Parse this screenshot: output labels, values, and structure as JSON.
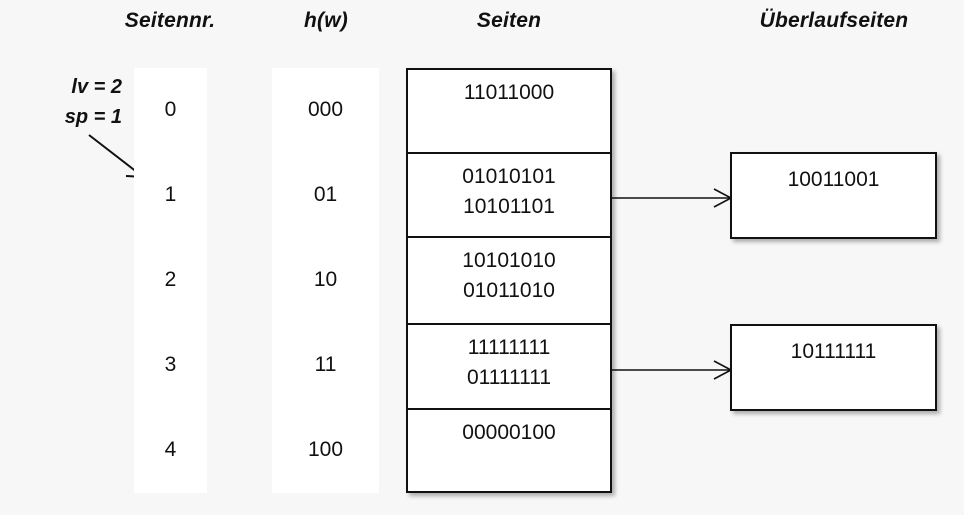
{
  "headers": {
    "page_no": "Seitennr.",
    "hash": "h(w)",
    "pages": "Seiten",
    "overflow_pages": "Überlaufseiten"
  },
  "annotation": {
    "lv": "lv = 2",
    "sp": "sp = 1",
    "arrow_icon": "diagonal-arrow-down-right-icon"
  },
  "index_rows": [
    {
      "page_no": "0",
      "hash": "000"
    },
    {
      "page_no": "1",
      "hash": "01"
    },
    {
      "page_no": "2",
      "hash": "10"
    },
    {
      "page_no": "3",
      "hash": "11"
    },
    {
      "page_no": "4",
      "hash": "100"
    }
  ],
  "pages": [
    {
      "values": [
        "11011000"
      ]
    },
    {
      "values": [
        "01010101",
        "10101101"
      ]
    },
    {
      "values": [
        "10101010",
        "01011010"
      ]
    },
    {
      "values": [
        "11111111",
        "01111111"
      ]
    },
    {
      "values": [
        "00000100"
      ]
    }
  ],
  "overflow_pages": [
    {
      "value": "10011001",
      "from_page_index": 1
    },
    {
      "value": "10111111",
      "from_page_index": 3
    }
  ],
  "colors": {
    "page_background": "#f7f7f7",
    "panel_background": "#ffffff",
    "stroke": "#111111",
    "text": "#111111"
  }
}
